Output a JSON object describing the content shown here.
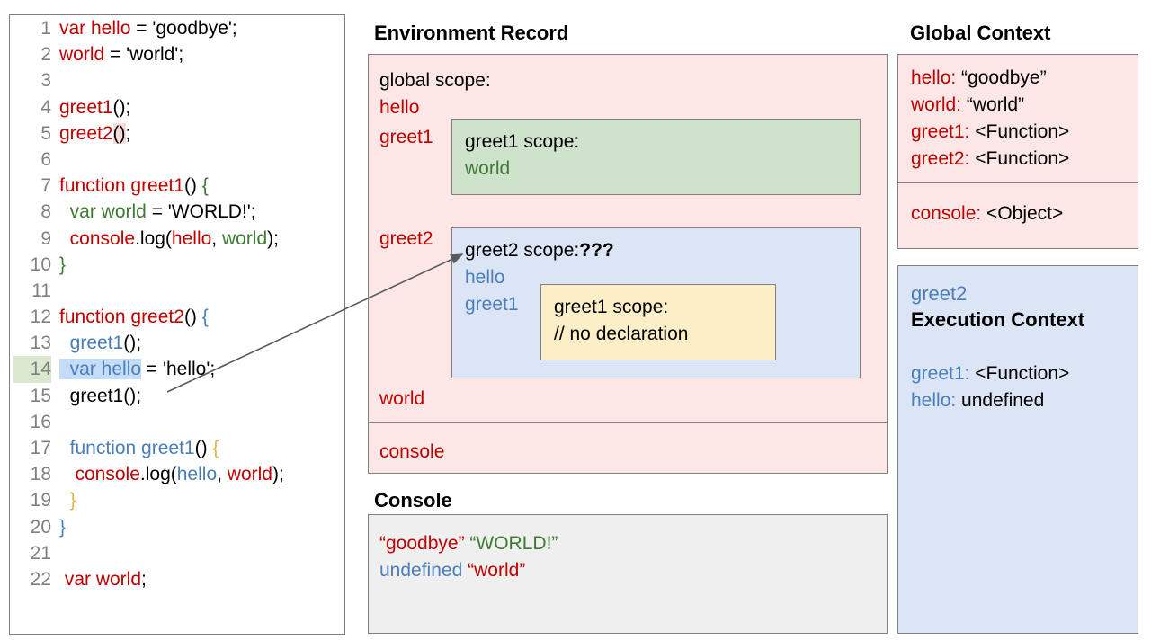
{
  "code_panel": {
    "lines": [
      {
        "n": "1",
        "tokens": [
          {
            "t": "var hello",
            "c": "red"
          },
          {
            "t": " = 'goodbye';",
            "c": "black"
          }
        ]
      },
      {
        "n": "2",
        "tokens": [
          {
            "t": "world",
            "c": "red"
          },
          {
            "t": " = 'world';",
            "c": "black"
          }
        ]
      },
      {
        "n": "3",
        "tokens": []
      },
      {
        "n": "4",
        "tokens": [
          {
            "t": "greet1",
            "c": "red"
          },
          {
            "t": "();",
            "c": "black"
          }
        ]
      },
      {
        "n": "5",
        "tokens": [
          {
            "t": "greet2",
            "c": "red"
          },
          {
            "t": "()",
            "c": "black",
            "hl": "pink"
          },
          {
            "t": ";",
            "c": "black"
          }
        ]
      },
      {
        "n": "6",
        "tokens": []
      },
      {
        "n": "7",
        "tokens": [
          {
            "t": "function greet1",
            "c": "red"
          },
          {
            "t": "() ",
            "c": "black"
          },
          {
            "t": "{",
            "c": "green"
          }
        ]
      },
      {
        "n": "8",
        "tokens": [
          {
            "t": "  var world",
            "c": "green"
          },
          {
            "t": " = 'WORLD!';",
            "c": "black"
          }
        ]
      },
      {
        "n": "9",
        "tokens": [
          {
            "t": "  console",
            "c": "red"
          },
          {
            "t": ".log(",
            "c": "black"
          },
          {
            "t": "hello",
            "c": "red"
          },
          {
            "t": ", ",
            "c": "black"
          },
          {
            "t": "world",
            "c": "green"
          },
          {
            "t": ");",
            "c": "black"
          }
        ]
      },
      {
        "n": "10",
        "tokens": [
          {
            "t": "}",
            "c": "green"
          }
        ]
      },
      {
        "n": "11",
        "tokens": []
      },
      {
        "n": "12",
        "tokens": [
          {
            "t": "function greet2",
            "c": "red"
          },
          {
            "t": "() ",
            "c": "black"
          },
          {
            "t": "{",
            "c": "blue"
          }
        ]
      },
      {
        "n": "13",
        "tokens": [
          {
            "t": "  greet1",
            "c": "blue"
          },
          {
            "t": "();",
            "c": "black"
          }
        ]
      },
      {
        "n": "14",
        "tokens": [
          {
            "t": "  var hello",
            "c": "blue",
            "hl": "sel"
          },
          {
            "t": " = 'hello';",
            "c": "black"
          }
        ],
        "ln_highlight": true
      },
      {
        "n": "15",
        "tokens": [
          {
            "t": "  greet1();",
            "c": "black"
          }
        ]
      },
      {
        "n": "16",
        "tokens": []
      },
      {
        "n": "17",
        "tokens": [
          {
            "t": "  function greet1",
            "c": "blue"
          },
          {
            "t": "() ",
            "c": "black"
          },
          {
            "t": "{",
            "c": "gold"
          }
        ]
      },
      {
        "n": "18",
        "tokens": [
          {
            "t": "   console",
            "c": "red"
          },
          {
            "t": ".log(",
            "c": "black"
          },
          {
            "t": "hello",
            "c": "blue"
          },
          {
            "t": ", ",
            "c": "black"
          },
          {
            "t": "world",
            "c": "red"
          },
          {
            "t": ");",
            "c": "black"
          }
        ]
      },
      {
        "n": "19",
        "tokens": [
          {
            "t": "  }",
            "c": "gold"
          }
        ]
      },
      {
        "n": "20",
        "tokens": [
          {
            "t": "}",
            "c": "blue"
          }
        ]
      },
      {
        "n": "21",
        "tokens": []
      },
      {
        "n": "22",
        "tokens": [
          {
            "t": " var world",
            "c": "red"
          },
          {
            "t": ";",
            "c": "black"
          }
        ]
      }
    ]
  },
  "environment_record": {
    "title": "Environment Record",
    "global_scope_label": "global scope:",
    "entries": [
      "hello",
      "greet1",
      "greet2",
      "world"
    ],
    "console_entry": "console",
    "greet1_scope": {
      "title": "greet1 scope:",
      "variable": "world"
    },
    "greet2_scope": {
      "title": "greet2 scope:",
      "title_suffix": "???",
      "variables": [
        "hello",
        "greet1"
      ],
      "inner_greet1_scope": {
        "title": "greet1 scope:",
        "note": "// no declaration"
      }
    }
  },
  "console": {
    "title": "Console",
    "lines": [
      [
        {
          "t": "“goodbye”",
          "c": "red"
        },
        {
          "t": " ",
          "c": "black"
        },
        {
          "t": "“WORLD!”",
          "c": "green"
        }
      ],
      [
        {
          "t": "undefined",
          "c": "blue"
        },
        {
          "t": " ",
          "c": "black"
        },
        {
          "t": "“world”",
          "c": "red"
        }
      ]
    ]
  },
  "global_context": {
    "title": "Global Context",
    "rows": [
      {
        "key": "hello",
        "value": "“goodbye”"
      },
      {
        "key": "world",
        "value": "“world”"
      },
      {
        "key": "greet1",
        "value": "<Function>"
      },
      {
        "key": "greet2",
        "value": "<Function>"
      }
    ],
    "console_row": {
      "key": "console",
      "value": "<Object>"
    }
  },
  "execution_context": {
    "name": "greet2",
    "heading": "Execution Context",
    "rows": [
      {
        "key": "greet1",
        "value": "<Function>"
      },
      {
        "key": "hello",
        "value": "undefined"
      }
    ]
  },
  "colors": {
    "red": "#c00000",
    "blue": "#4a7ebb",
    "green": "#3f7a33",
    "gold": "#e0b44a",
    "env_bg": "#fce7e6",
    "greet1_scope_bg": "#cfe2cb",
    "greet2_scope_bg": "#dbe5f5",
    "inner_scope_bg": "#fcefc7",
    "console_bg": "#efefef",
    "line_highlight": "#d9e8cf",
    "selection": "#c4dcf5",
    "border": "#808080"
  }
}
